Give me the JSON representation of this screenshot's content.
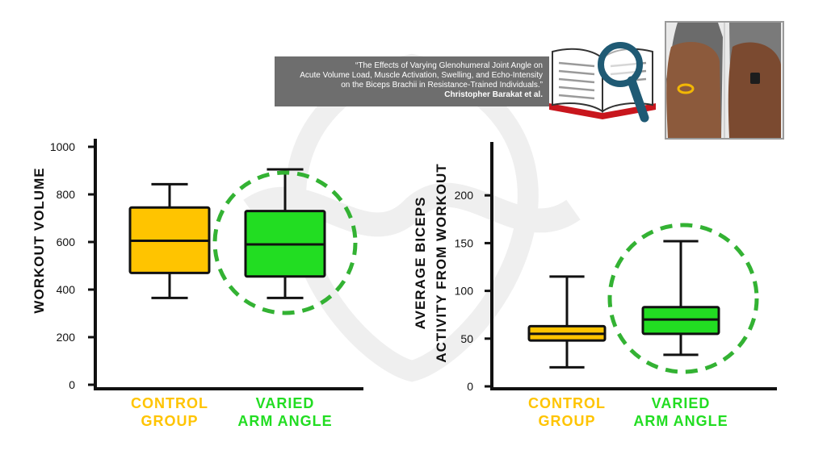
{
  "citation": {
    "line1": "“The Effects of Varying Glenohumeral Joint Angle on",
    "line2": "Acute Volume Load, Muscle Activation, Swelling, and Echo-Intensity",
    "line3": "on the Biceps Brachii in Resistance-Trained Individuals.”",
    "author": "Christopher Barakat et al."
  },
  "colors": {
    "control": "#ffc400",
    "varied": "#22dd22",
    "highlight_circle": "#33b233",
    "citation_bg": "#6e6e6e"
  },
  "icons": {
    "book": "open-book-icon",
    "magnifier": "magnifying-glass-icon",
    "photo": "arm-sensor-photo"
  },
  "chart_data": [
    {
      "type": "box",
      "title": "",
      "ylabel": "WORKOUT VOLUME",
      "xlabel": "",
      "ylim": [
        0,
        1000
      ],
      "yticks": [
        0,
        200,
        400,
        600,
        800,
        1000
      ],
      "grid": false,
      "highlight_category": "VARIED ARM ANGLE",
      "boxes": [
        {
          "label_line1": "CONTROL",
          "label_line2": "GROUP",
          "min": 365,
          "q1": 470,
          "median": 605,
          "q3": 745,
          "max": 843
        },
        {
          "label_line1": "VARIED",
          "label_line2": "ARM ANGLE",
          "min": 365,
          "q1": 455,
          "median": 590,
          "q3": 730,
          "max": 905
        }
      ]
    },
    {
      "type": "box",
      "title": "",
      "ylabel_line1": "AVERAGE BICEPS",
      "ylabel_line2": "ACTIVITY FROM WORKOUT",
      "xlabel": "",
      "ylim": [
        0,
        250
      ],
      "yticks": [
        0,
        50,
        100,
        150,
        200
      ],
      "grid": false,
      "highlight_category": "VARIED ARM ANGLE",
      "boxes": [
        {
          "label_line1": "CONTROL",
          "label_line2": "GROUP",
          "min": 20,
          "q1": 48,
          "median": 55,
          "q3": 63,
          "max": 115
        },
        {
          "label_line1": "VARIED",
          "label_line2": "ARM ANGLE",
          "min": 33,
          "q1": 55,
          "median": 70,
          "q3": 83,
          "max": 152
        }
      ]
    }
  ]
}
